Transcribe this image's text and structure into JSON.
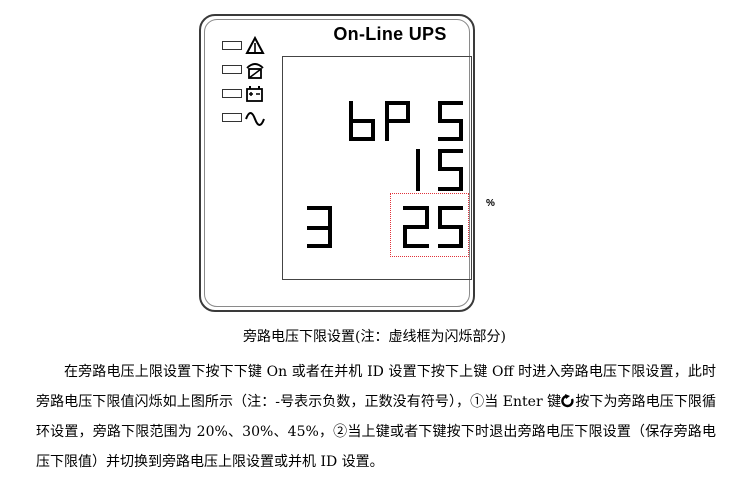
{
  "lcd": {
    "title": "On-Line UPS",
    "row1": "bPS",
    "row2": "15",
    "row3_left": "3",
    "row3_right": "25",
    "unit": "%",
    "indicators": [
      "warning-icon",
      "bypass-icon",
      "battery-icon",
      "ac-sine-icon"
    ]
  },
  "caption": "旁路电压下限设置(注：虚线框为闪烁部分)",
  "body": {
    "part1": "在旁路电压上限设置下按下下键 On 或者在并机 ID 设置下按下上键 Off 时进入旁路电压下限设置，此时旁路电压下限值闪烁如上图所示（注：-号表示负数，正数没有符号），①当 Enter 键",
    "part2": "按下为旁路电压下限循环设置，旁路下限范围为 20%、30%、45%，②当上键或者下键按下时退出旁路电压下限设置（保存旁路电压下限值）并切换到旁路电压上限设置或并机 ID 设置。"
  },
  "colors": {
    "flash_box": "#e0323a",
    "ink": "#000000"
  }
}
